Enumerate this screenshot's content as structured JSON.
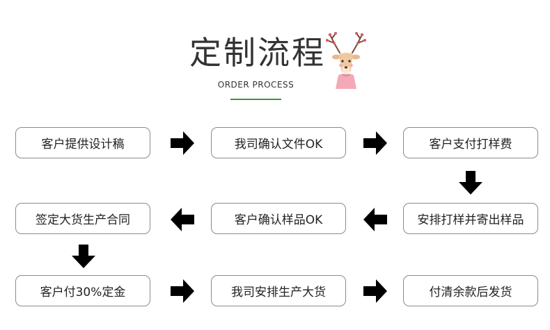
{
  "header": {
    "title": "定制流程",
    "subtitle": "ORDER PROCESS"
  },
  "steps": [
    {
      "label": "客户提供设计稿"
    },
    {
      "label": "我司确认文件OK"
    },
    {
      "label": "客户支付打样费"
    },
    {
      "label": "安排打样并寄出样品"
    },
    {
      "label": "客户确认样品OK"
    },
    {
      "label": "签定大货生产合同"
    },
    {
      "label": "客户付30%定金"
    },
    {
      "label": "我司安排生产大货"
    },
    {
      "label": "付清余款后发货"
    }
  ],
  "colors": {
    "accent_underline": "#2e9b3c",
    "box_border": "#8a8a8a",
    "arrow": "#000000"
  },
  "icons": {
    "decoration": "deer-icon",
    "arrows": [
      "arrow-right-icon",
      "arrow-down-icon",
      "arrow-left-icon"
    ]
  }
}
